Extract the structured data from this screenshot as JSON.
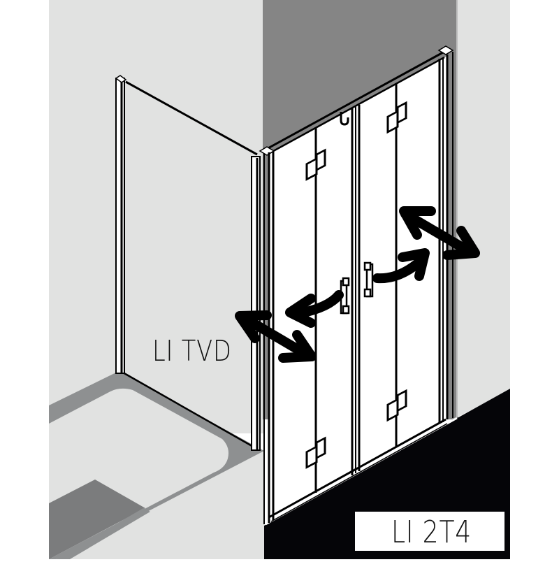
{
  "diagram": {
    "type": "isometric shower enclosure line drawing",
    "labels": {
      "side_panel": "LI TVD",
      "model_code": "LI 2T4"
    },
    "components": {
      "side_panel": "fixed side wall panel",
      "door": "double bi-fold doors (4 leaves)",
      "hinges_top_count": 2,
      "hinges_bottom_count": 2,
      "handles_count": 2,
      "motion_arrows": [
        "left door swing arrow",
        "left door double-headed arrow",
        "right door swing arrow",
        "right door double-headed arrow"
      ]
    },
    "colors": {
      "background": "#ffffff",
      "wall_light": "#e1e2e1",
      "wall_dark": "#858585",
      "tray_rim": "#8e9091",
      "tray_step": "#7b7c7d",
      "floor": "#050508",
      "glass": "#ffffff",
      "line": "#000000"
    }
  }
}
